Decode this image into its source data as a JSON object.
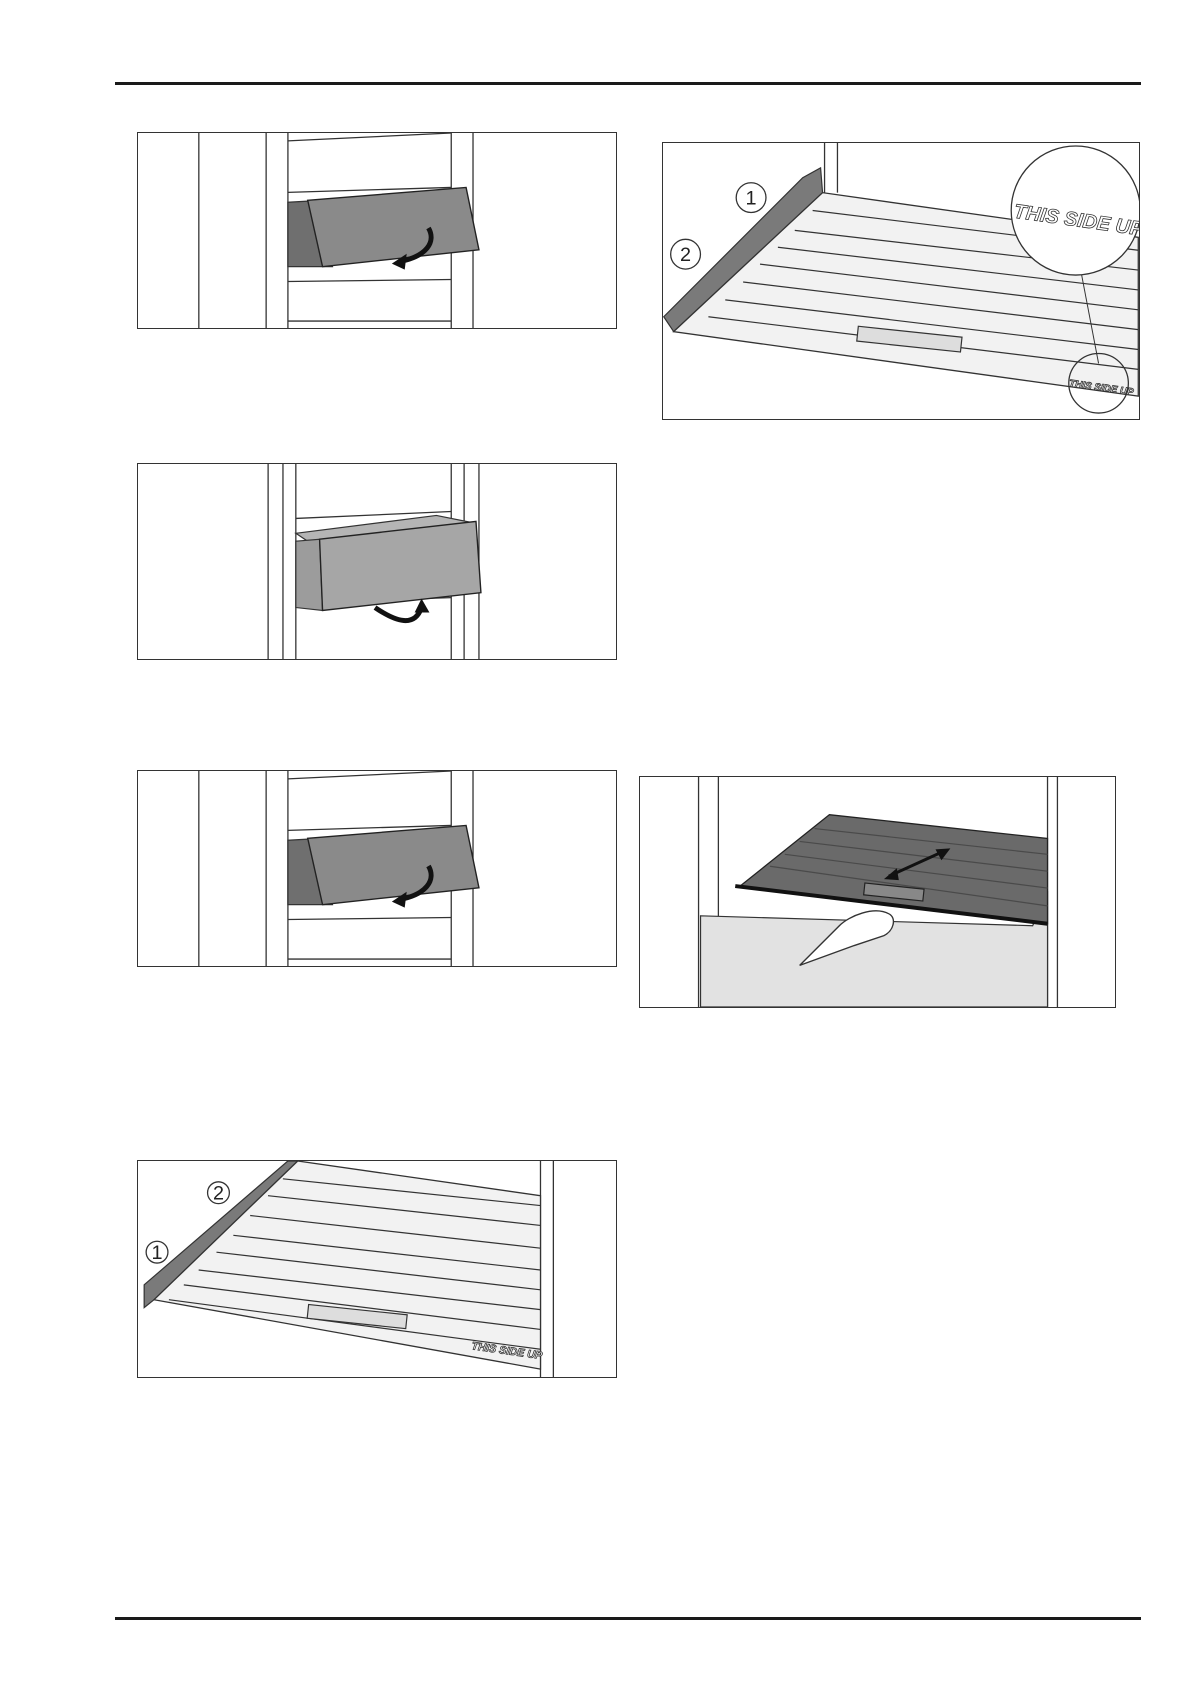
{
  "callouts": {
    "one": "1",
    "two": "2"
  },
  "shelf_marking": "THIS SIDE UP",
  "colors": {
    "drawer_front": "#8a8a8a",
    "drawer_front_light": "#a6a6a6",
    "shelf_dark": "#6e6e6e",
    "rule": "#1a1a1a"
  },
  "icons": {
    "arrow_down": "curved-arrow-down-icon",
    "arrow_up": "curved-arrow-up-icon",
    "arrow_double": "double-arrow-icon",
    "hand": "hand-icon",
    "magnifier": "magnifier-circle-icon"
  }
}
